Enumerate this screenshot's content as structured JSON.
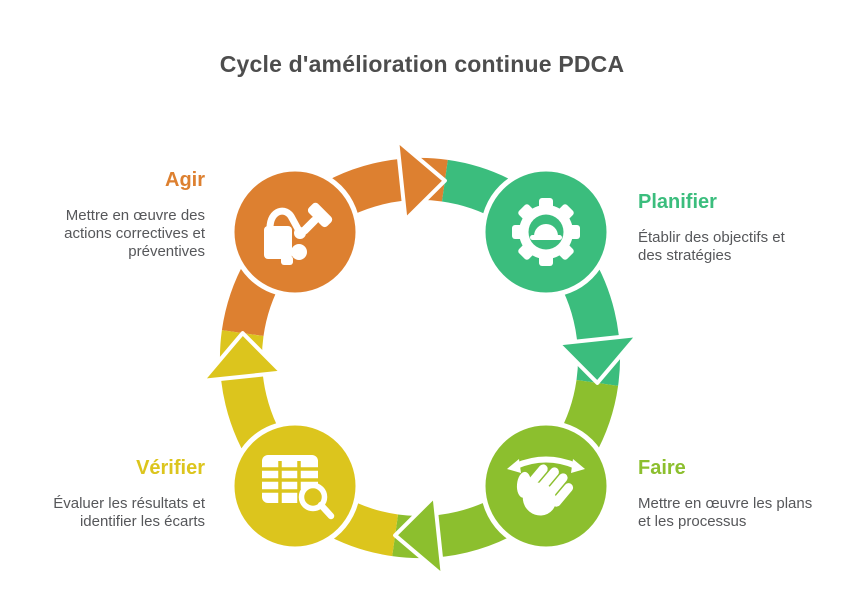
{
  "title": "Cycle d'amélioration continue PDCA",
  "colors": {
    "title_text": "#4d4d4d",
    "description_text": "#56575a",
    "background": "#ffffff"
  },
  "steps": [
    {
      "id": "agir",
      "label": "Agir",
      "description": "Mettre en œuvre des actions correctives et préventives",
      "color": "#dd8030",
      "icon": "tools-icon"
    },
    {
      "id": "planifier",
      "label": "Planifier",
      "description": "Établir des objectifs et des stratégies",
      "color": "#3bbd7d",
      "icon": "gear-hard-hat-icon"
    },
    {
      "id": "faire",
      "label": "Faire",
      "description": "Mettre en œuvre les plans et les processus",
      "color": "#8cbf2e",
      "icon": "swipe-hand-icon"
    },
    {
      "id": "verifier",
      "label": "Vérifier",
      "description": "Évaluer les résultats et identifier les écarts",
      "color": "#dcc51d",
      "icon": "table-search-icon"
    }
  ]
}
